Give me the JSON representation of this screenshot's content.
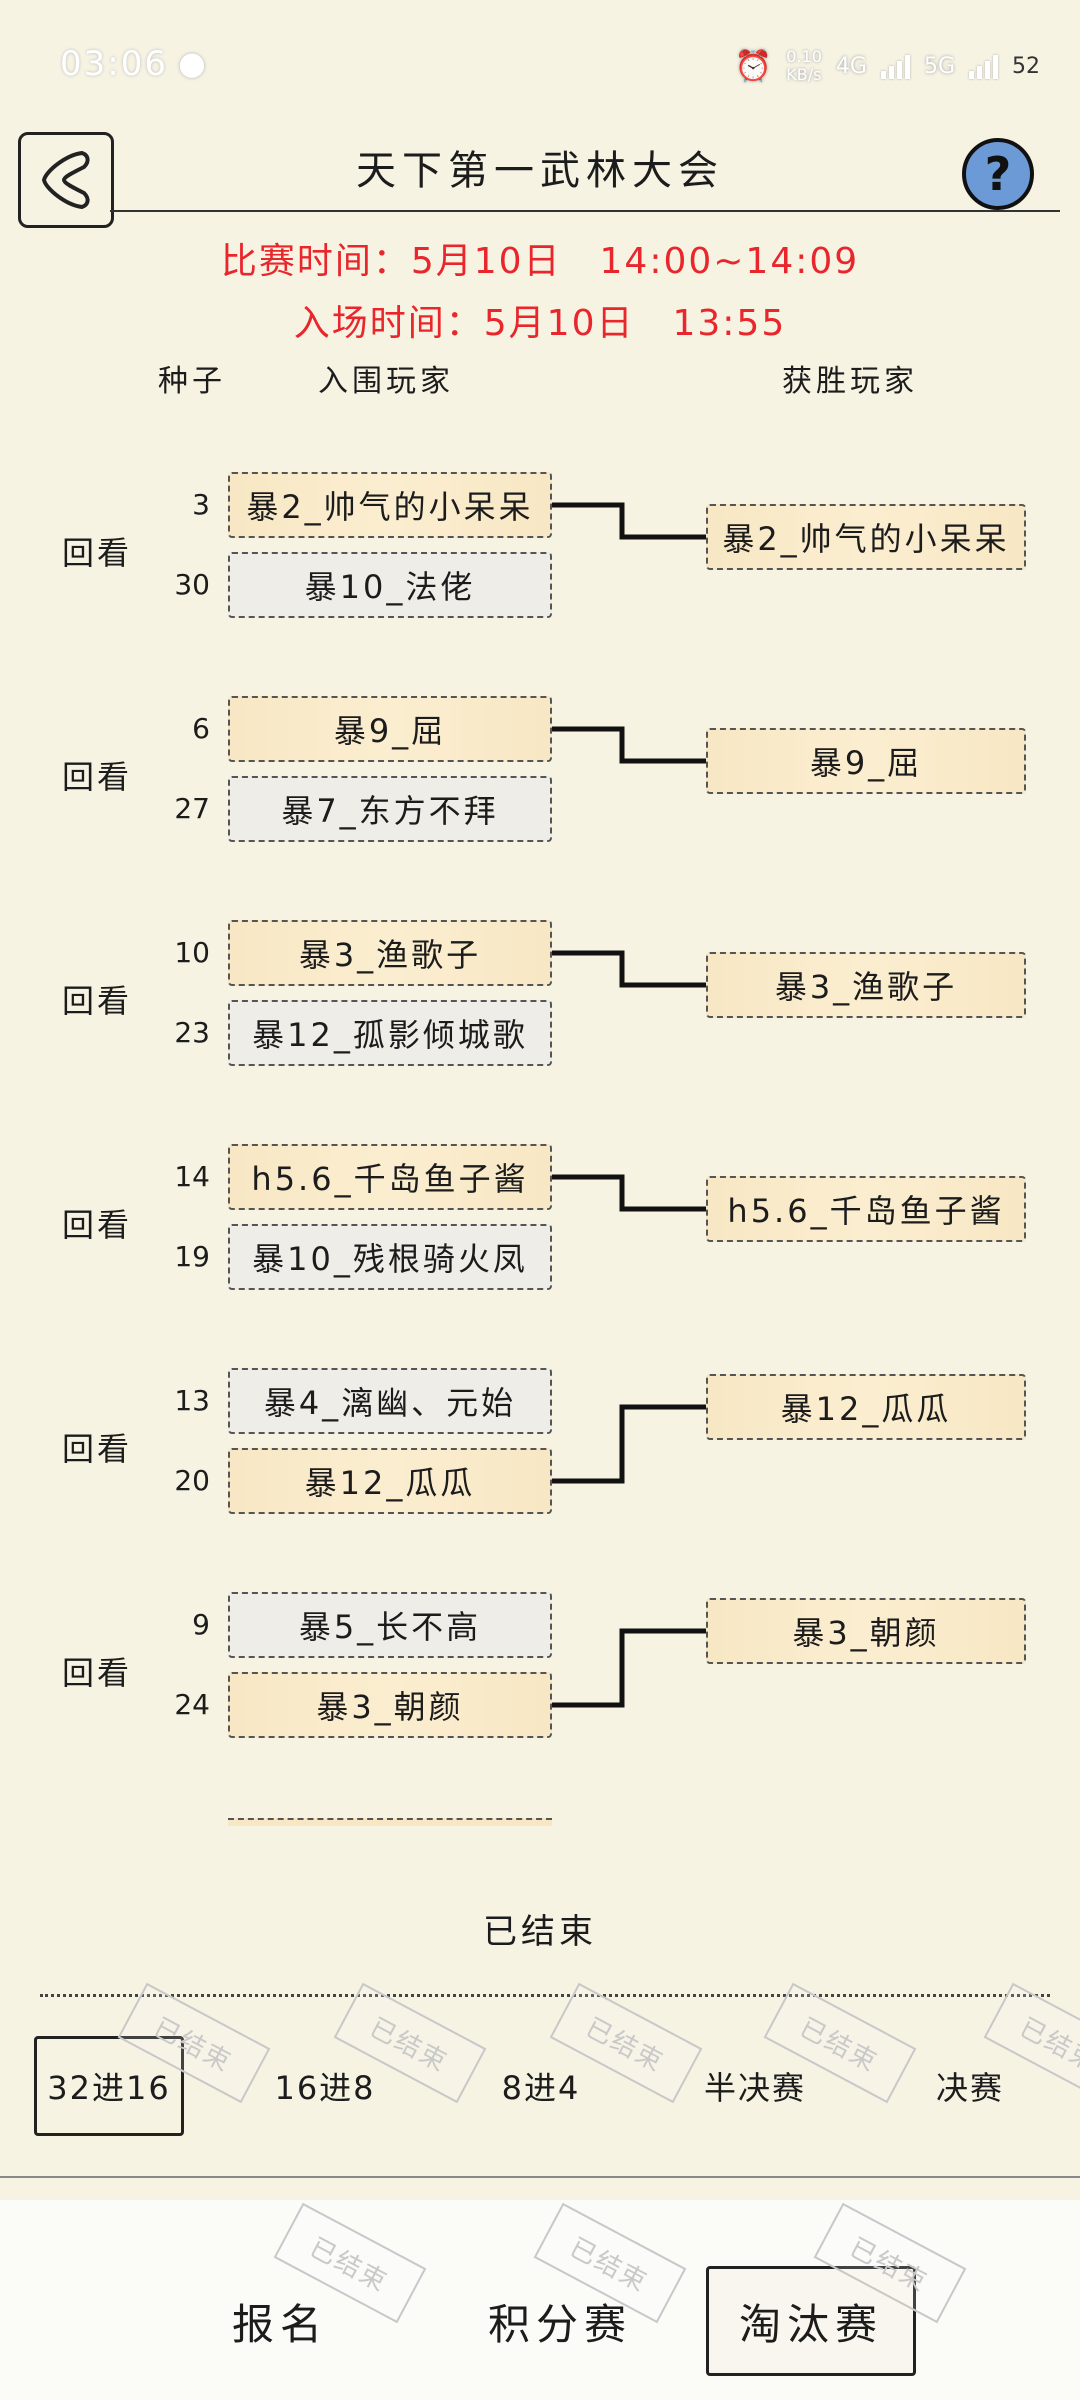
{
  "status_bar": {
    "time": "03:06",
    "speed_top": "0.10",
    "speed_bottom": "KB/s",
    "network_1": "4G",
    "network_2": "5G",
    "battery": "52"
  },
  "header": {
    "title": "天下第一武林大会",
    "back_icon": "back-chevron-icon",
    "help_label": "?"
  },
  "schedule": {
    "match_time": "比赛时间：5月10日　14:00~14:09",
    "entry_time": "入场时间：5月10日　13:55"
  },
  "columns": {
    "seed": "种子",
    "qualified": "入围玩家",
    "winner": "获胜玩家"
  },
  "replay_label": "回看",
  "matches": [
    {
      "top": {
        "seed": "3",
        "name": "暴2_帅气的小呆呆"
      },
      "bottom": {
        "seed": "30",
        "name": "暴10_法佬"
      },
      "winner": "暴2_帅气的小呆呆"
    },
    {
      "top": {
        "seed": "6",
        "name": "暴9_屈"
      },
      "bottom": {
        "seed": "27",
        "name": "暴7_东方不拜"
      },
      "winner": "暴9_屈"
    },
    {
      "top": {
        "seed": "10",
        "name": "暴3_渔歌子"
      },
      "bottom": {
        "seed": "23",
        "name": "暴12_孤影倾城歌"
      },
      "winner": "暴3_渔歌子"
    },
    {
      "top": {
        "seed": "14",
        "name": "h5.6_千岛鱼子酱"
      },
      "bottom": {
        "seed": "19",
        "name": "暴10_残根骑火凤"
      },
      "winner": "h5.6_千岛鱼子酱"
    },
    {
      "top": {
        "seed": "13",
        "name": "暴4_漓幽、元始"
      },
      "bottom": {
        "seed": "20",
        "name": "暴12_瓜瓜"
      },
      "winner": "暴12_瓜瓜"
    },
    {
      "top": {
        "seed": "9",
        "name": "暴5_长不高"
      },
      "bottom": {
        "seed": "24",
        "name": "暴3_朝颜"
      },
      "winner": "暴3_朝颜"
    }
  ],
  "ended_label": "已结束",
  "round_tabs": [
    {
      "label": "32进16",
      "active": true
    },
    {
      "label": "16进8",
      "active": false
    },
    {
      "label": "8进4",
      "active": false
    },
    {
      "label": "半决赛",
      "active": false
    },
    {
      "label": "决赛",
      "active": false
    }
  ],
  "stamp_text": "已结束",
  "bottom_tabs": [
    {
      "label": "报名",
      "active": false
    },
    {
      "label": "积分赛",
      "active": false
    },
    {
      "label": "淘汰赛",
      "active": true
    }
  ],
  "colors": {
    "background": "#f6f3e3",
    "accent_red": "#e8262c",
    "winner_fill": "#fbeed0",
    "help_blue": "#6b9ad6"
  }
}
